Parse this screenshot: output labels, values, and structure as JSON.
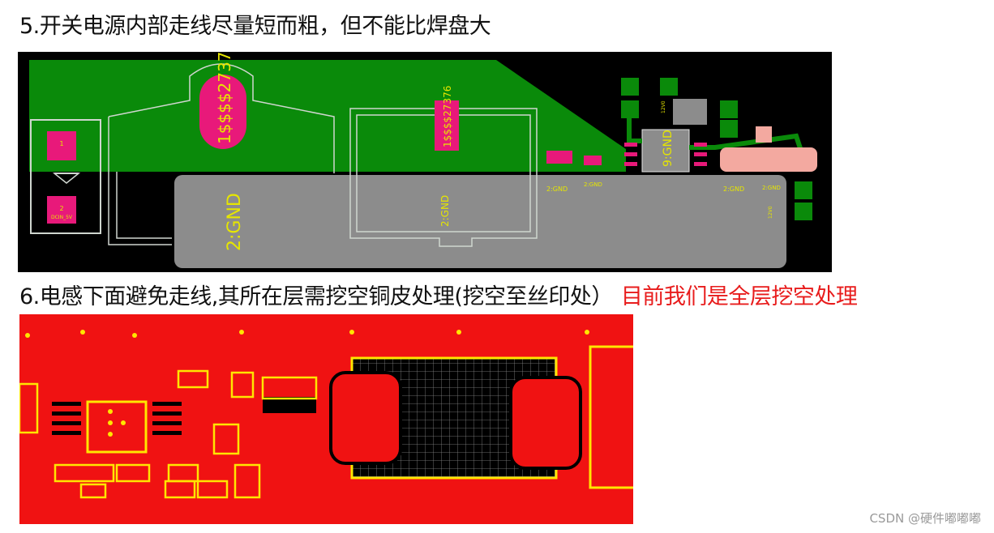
{
  "heading_5": "5.开关电源内部走线尽量短而粗，但不能比焊盘大",
  "heading_6": "6.电感下面避免走线,其所在层需挖空铜皮处理(挖空至丝印处）",
  "heading_6_note": "目前我们是全层挖空处理",
  "pcb1": {
    "label_big_gnd": "2:GND",
    "label_mid_gnd": "2:GND",
    "label_ic_gnd": "9:GND",
    "label_small_gnd_1": "2:GND",
    "label_small_gnd_2": "2:GND",
    "label_small_gnd_3": "2:GND",
    "label_small_gnd_4": "2:GND",
    "label_pad_1": "1",
    "label_pad_2": "2",
    "label_pad_2_net": "DCIN_5V",
    "label_part_1": "1$$$$27376",
    "label_part_2": "1$$$$27376",
    "label_tiny_1": "12V0",
    "label_tiny_2": "12V0",
    "colors": {
      "board_bg": "#000000",
      "top_copper": "#0a8a0a",
      "bottom_copper": "#8c8c8c",
      "pad": "#e8197a",
      "silk": "#e6e600",
      "pink": "#f3a9a0"
    }
  },
  "pcb2": {
    "colors": {
      "copper": "#f01212",
      "silk": "#ffe600",
      "void": "#000000"
    }
  },
  "watermark": "CSDN @硬件嘟嘟嘟"
}
